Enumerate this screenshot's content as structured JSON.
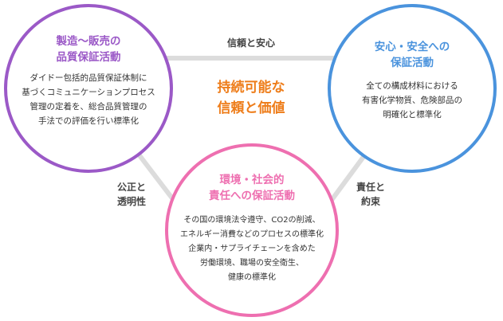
{
  "circles": {
    "left": {
      "title": [
        "製造～販売の",
        "品質保証活動"
      ],
      "body": [
        "ダイドー包括的品質保証体制に",
        "基づくコミュニケーションプロセス",
        "管理の定着を、総合品質管理の",
        "手法での評価を行い標準化"
      ],
      "color": "#9b59c7"
    },
    "right": {
      "title": [
        "安心・安全への",
        "保証活動"
      ],
      "body": [
        "全ての構成材料における",
        "有害化学物質、危険部品の",
        "明確化と標準化"
      ],
      "color": "#4a93dd"
    },
    "bottom": {
      "title": [
        "環境・社会的",
        "責任への保証活動"
      ],
      "body": [
        "その国の環境法令遵守、CO2の削減、",
        "エネルギー消費などのプロセスの標準化",
        "企業内・サプライチェーンを含めた",
        "労働環境、職場の安全衛生、",
        "健康の標準化"
      ],
      "color": "#ee6fb0"
    }
  },
  "edges": {
    "top": [
      "信頼と安心"
    ],
    "left": [
      "公正と",
      "透明性"
    ],
    "right": [
      "責任と",
      "約束"
    ]
  },
  "center": {
    "lines": [
      "持続可能な",
      "信頼と価値"
    ],
    "color": "#ee7d1a"
  },
  "connector_color": "#dcdcdc"
}
